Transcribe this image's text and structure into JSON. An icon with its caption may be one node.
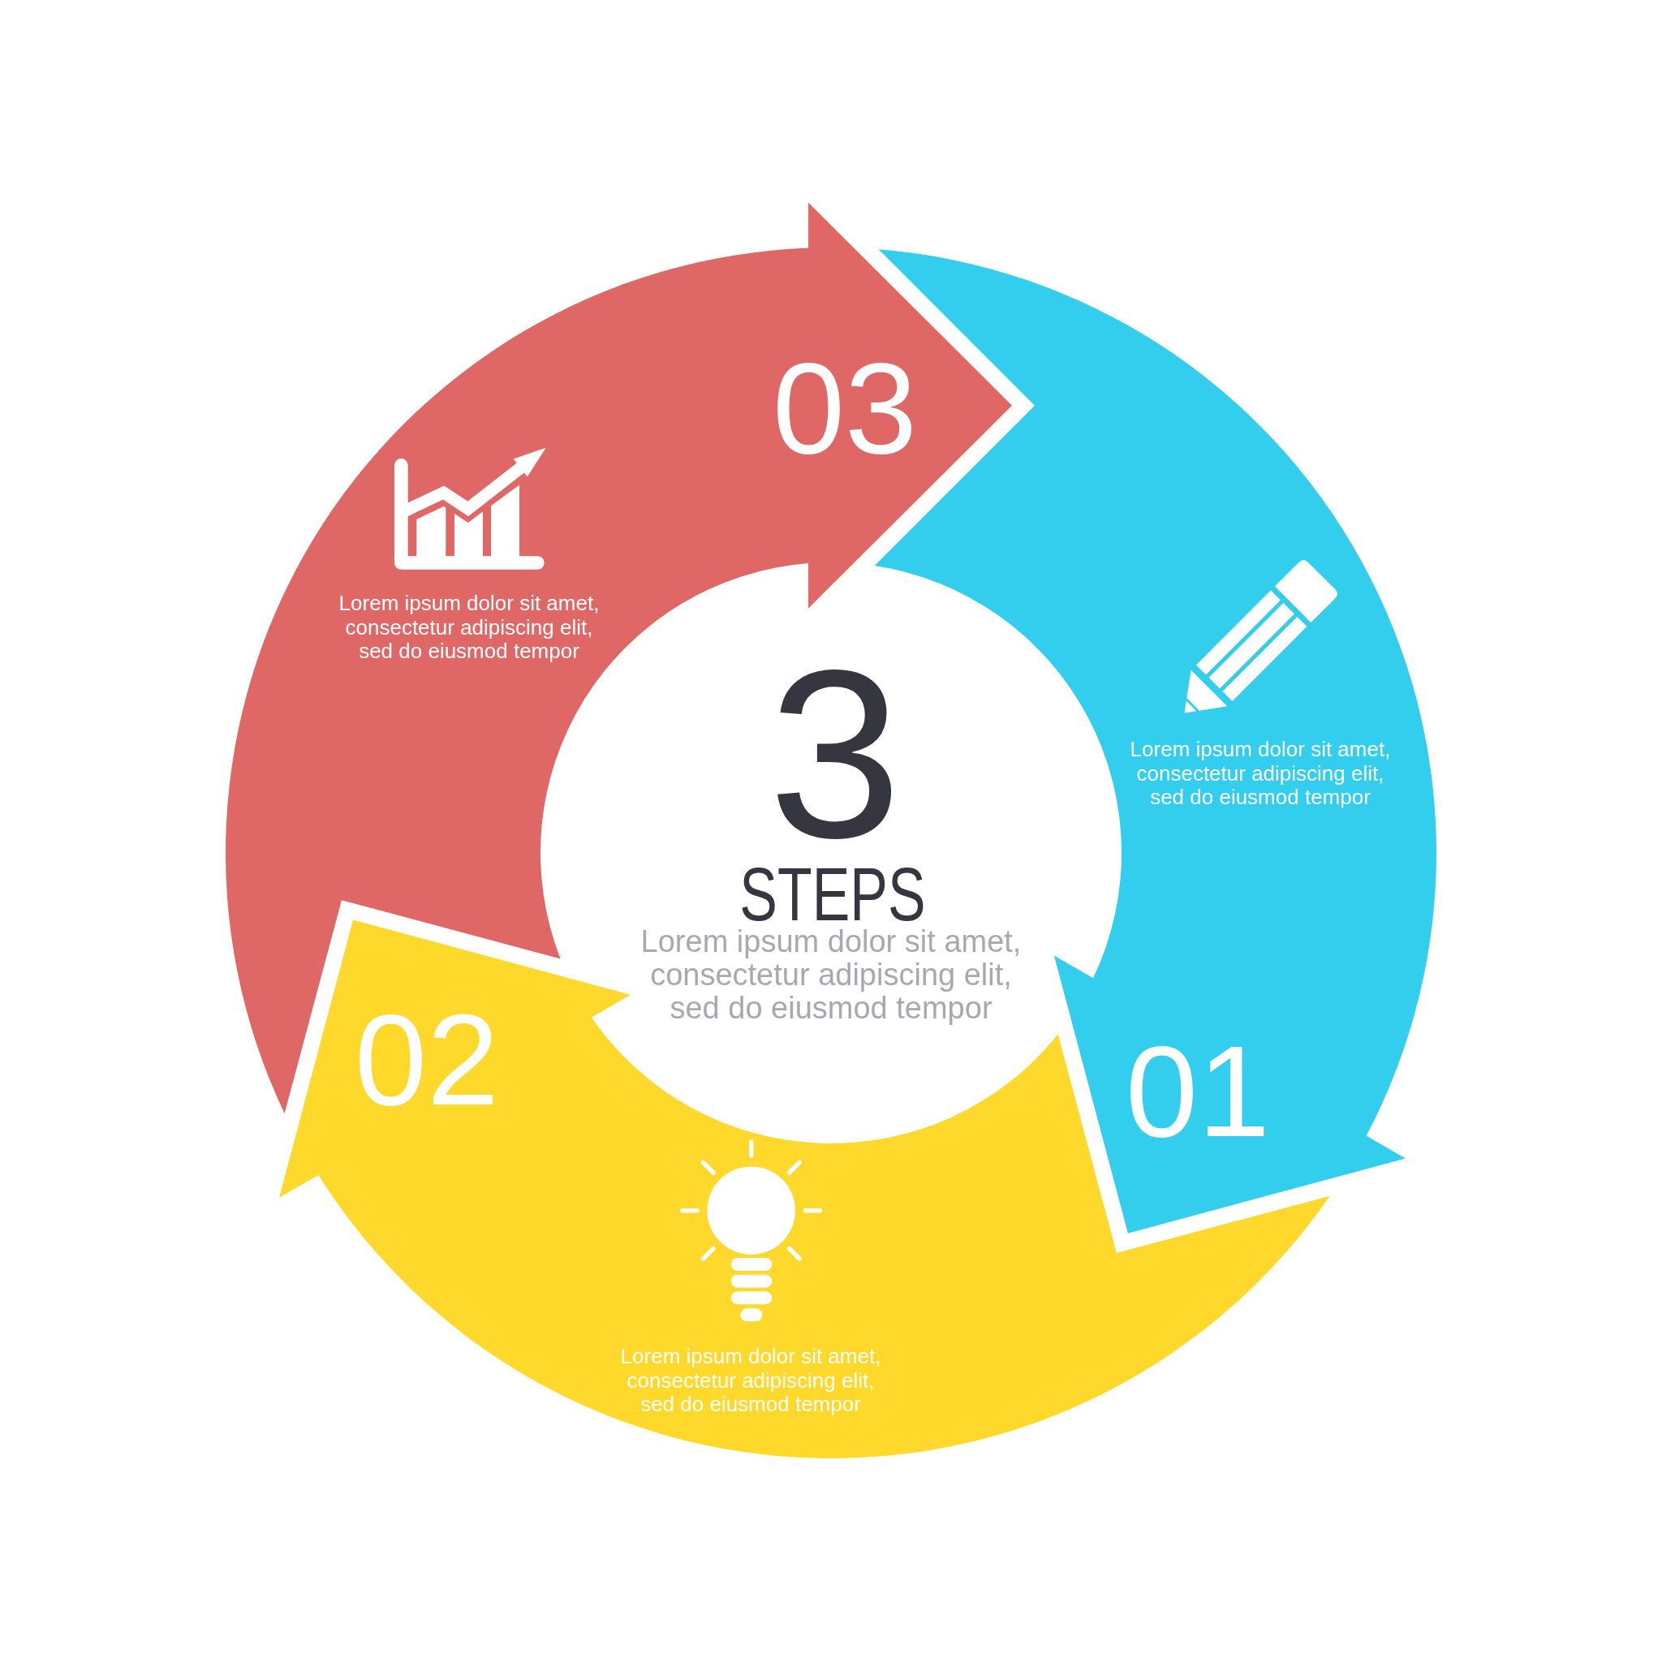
{
  "diagram": {
    "nodes": [
      {
        "text": [
          "Lorem ipsum dolor sit amet, consectetur adipiscing elit, sed do eiusmod tempor",
          "01"
        ]
      },
      {
        "text": [
          "02",
          "Lorem ipsum dolor sit amet, consectetur adipiscing elit, sed do eiusmod tempor"
        ]
      },
      {
        "text": [
          "03",
          "Lorem ipsum dolor sit amet, consectetur adipiscing elit, sed do eiusmod tempor"
        ]
      }
    ],
    "labels": [
      "3",
      "STEPS",
      "Lorem ipsum dolor sit amet, consectetur adipiscing elit, sed do eiusmod tempor"
    ]
  }
}
